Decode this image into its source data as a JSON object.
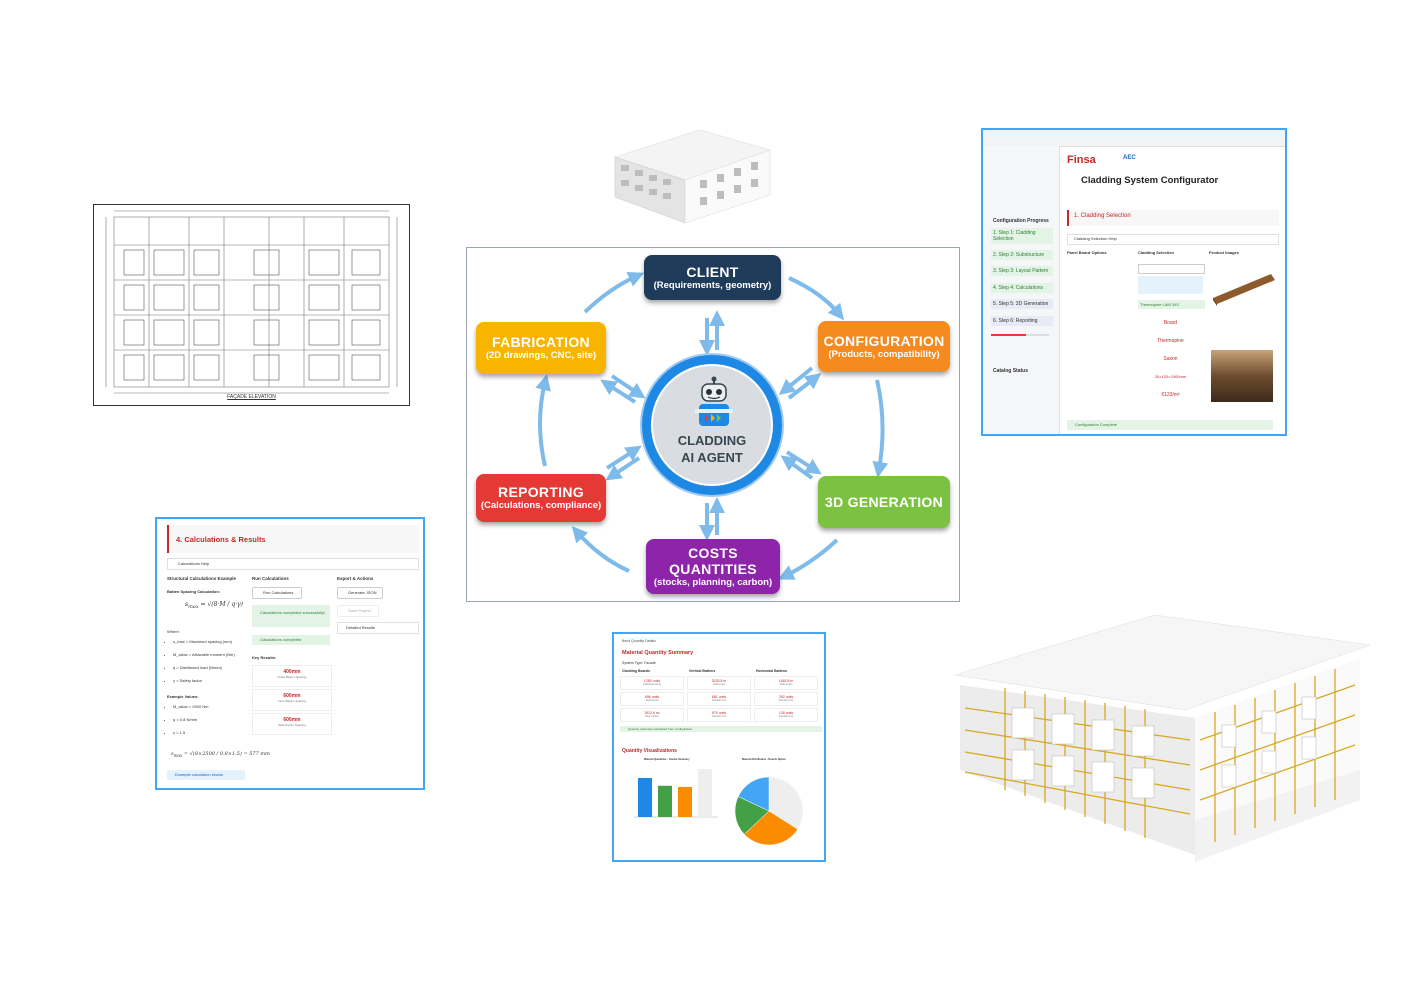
{
  "diagram": {
    "nodes": {
      "client": {
        "title": "CLIENT",
        "subtitle": "(Requirements, geometry)",
        "color": "#1f3b5a"
      },
      "configuration": {
        "title": "CONFIGURATION",
        "subtitle": "(Products, compatibility)",
        "color": "#f58a1f"
      },
      "generation": {
        "title": "3D GENERATION",
        "color": "#7cc242"
      },
      "costs": {
        "title1": "COSTS",
        "title2": "QUANTITIES",
        "subtitle": "(stocks, planning, carbon)",
        "color": "#8e24aa"
      },
      "reporting": {
        "title": "REPORTING",
        "subtitle": "(Calculations, compliance)",
        "color": "#e53935"
      },
      "fabrication": {
        "title": "FABRICATION",
        "subtitle": "(2D drawings, CNC, site)",
        "color": "#f7b500"
      }
    },
    "hub": {
      "line1": "CLADDING",
      "line2": "AI AGENT"
    },
    "arrow_color": "#7fbbea"
  },
  "facade": {
    "title": "FAÇADE ELEVATION"
  },
  "configurator": {
    "brand": "Finsa",
    "brand2": "AEC",
    "title": "Cladding System Configurator",
    "section": "1. Cladding Selection",
    "help": "Cladding Selection Help",
    "col1": "Panel Board Options",
    "col2": "Cladding Selection",
    "col3": "Product Images",
    "sidebar_title": "Configuration Progress",
    "sidebar_items": [
      "1. Step 1: Cladding Selection",
      "2. Step 2: Substructure",
      "3. Step 3: Layout Pattern",
      "4. Step 4: Calculations",
      "5. Step 5: 3D Generation",
      "6. Step 6: Reporting"
    ],
    "catalog": "Catalog Status",
    "product_name": "Thermopine LAM 34S",
    "specs": [
      "Board",
      "Thermopine",
      "Saxon",
      "20×120×2400mm",
      "€123/m²"
    ],
    "footer": "Configuration Complete"
  },
  "calculations": {
    "title": "4. Calculations & Results",
    "help": "Calculations Help",
    "col1": "Structural Calculations Example",
    "col2": "Run Calculations",
    "col3": "Export & Actions",
    "subtitle": "Batten Spacing Calculation:",
    "where": "Where:",
    "bullets": [
      "s_max = Maximum spacing (mm)",
      "M_allow = Allowable moment (Nm)",
      "q = Distributed load (N/mm)",
      "γ = Safety factor"
    ],
    "example": "Example Values:",
    "example_bullets": [
      "M_allow = 2500 Nm",
      "q = 0.8 N/mm",
      "γ = 1.5"
    ],
    "result_note": "Example calculation shown",
    "run_button": "Run Calculations",
    "success1": "Calculations completed successfully!",
    "success2": "Calculations completed",
    "key_results": "Key Results:",
    "results": [
      {
        "value": "400mm",
        "label": "Grate Batten Spacing"
      },
      {
        "value": "600mm",
        "label": "Inner Batten Spacing"
      },
      {
        "value": "600mm",
        "label": "Wall Anchor Spacing"
      }
    ],
    "export_buttons": [
      "Generate JSON",
      "Save Project",
      "Detailed Results"
    ]
  },
  "quantities": {
    "header": "Bend Quantity Details",
    "title": "Material Quantity Summary",
    "system": "System Type: Facade",
    "cols": [
      "Cladding Boards",
      "Vertical Battens",
      "Horizontal Battens"
    ],
    "cells": [
      [
        {
          "v": "1280 units",
          "l": "Cladding boards"
        },
        {
          "v": "3225.8 m",
          "l": "Total length"
        },
        {
          "v": "1463.8 m",
          "l": "Total length"
        }
      ],
      [
        {
          "v": "696 units",
          "l": "Total pieces"
        },
        {
          "v": "681 units",
          "l": "Standard pcs"
        },
        {
          "v": "292 units",
          "l": "Standard pcs"
        }
      ],
      [
        {
          "v": "1512.6 m²",
          "l": "Total surface"
        },
        {
          "v": "579 units",
          "l": "Standard pcs"
        },
        {
          "v": "139 units",
          "l": "Standard pcs"
        }
      ]
    ],
    "success": "Quantity estimates calculated from configuration",
    "viz_title": "Quantity Visualizations",
    "bar_title": "Material Quantities - Volume Summary",
    "pie_title": "Material Distribution - Boards Option"
  },
  "bar_chart": {
    "type": "bar",
    "categories": [
      "",
      "",
      "",
      ""
    ],
    "values": [
      100,
      80,
      77,
      123
    ],
    "colors": [
      "#1e88e5",
      "#43a047",
      "#fb8c00",
      "#eeeeee"
    ]
  },
  "pie_chart": {
    "type": "pie",
    "values": [
      34,
      29,
      19,
      18
    ],
    "colors": [
      "#eeeeee",
      "#fb8c00",
      "#43a047",
      "#42a5f5"
    ]
  }
}
